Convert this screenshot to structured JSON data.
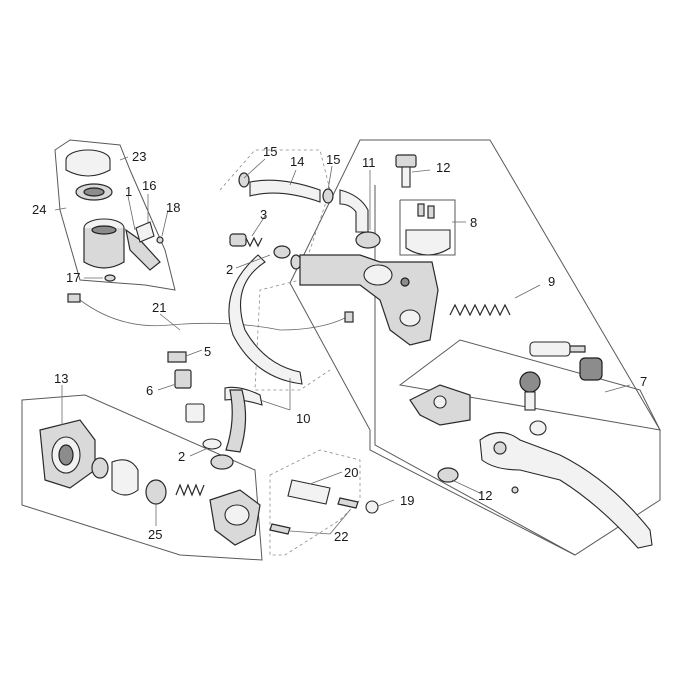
{
  "diagram": {
    "callouts": [
      "1",
      "2",
      "2",
      "3",
      "5",
      "6",
      "7",
      "8",
      "9",
      "10",
      "11",
      "12",
      "12",
      "13",
      "14",
      "15",
      "15",
      "16",
      "17",
      "18",
      "19",
      "20",
      "21",
      "22",
      "23",
      "24",
      "25"
    ]
  }
}
